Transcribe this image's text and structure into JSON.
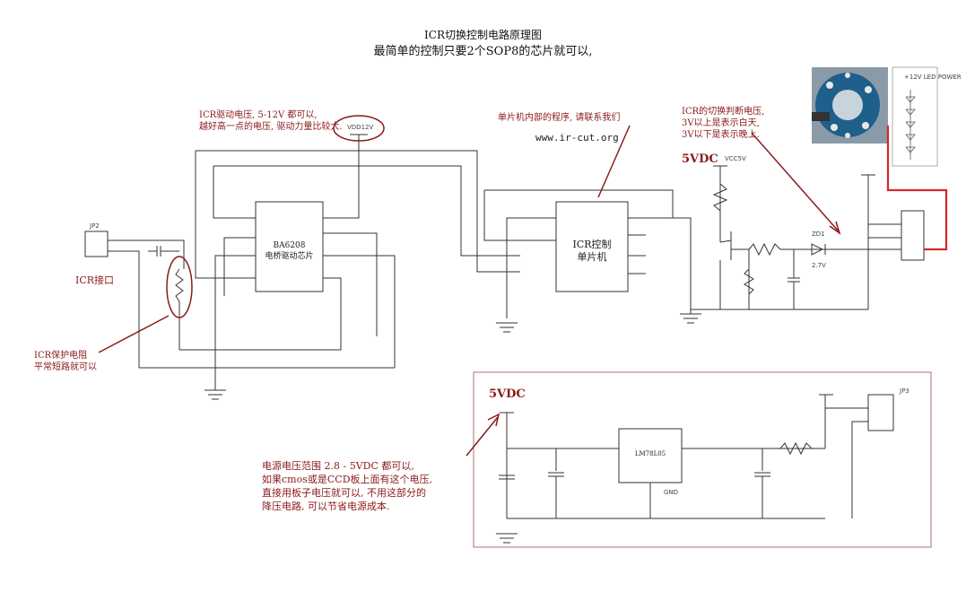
{
  "title": {
    "line1": "ICR切换控制电路原理图",
    "line2": "最简单的控制只要2个SOP8的芯片就可以,"
  },
  "notes": {
    "icr_voltage": [
      "ICR驱动电压, 5-12V 都可以,",
      "越好高一点的电压, 驱动力量比较大."
    ],
    "mcu_program": [
      "单片机内部的程序, 请联系我们"
    ],
    "website": "www.ir-cut.org",
    "icr_switch": [
      "ICR的切换判断电压,",
      "3V以上是表示白天,",
      "3V以下是表示晚上."
    ],
    "icr_protect": [
      "ICR保护电阻",
      "平常短路就可以"
    ],
    "power": [
      "电源电压范围 2.8 - 5VDC 都可以,",
      "如果cmos或是CCD板上面有这个电压,",
      "直接用板子电压就可以, 不用这部分的",
      "降压电路, 可以节省电源成本."
    ]
  },
  "labels": {
    "icr_port": "ICR接口",
    "vdc_top": "5VDC",
    "vdc_bottom": "5VDC",
    "chip1_line1": "BA6208",
    "chip1_line2": "电桥驱动芯片",
    "chip2_line1": "ICR控制",
    "chip2_line2": "单片机",
    "regulator": "LM78L05",
    "vcc12": "VDD12V",
    "vcc5": "VCC5V",
    "led_power": "+12V LED POWER",
    "j1": "JP2",
    "j2": "JP3",
    "gnd": "GND",
    "d1": "ZD1",
    "v27": "2.7V"
  },
  "colors": {
    "line": "#333333",
    "annotation": "#8b1a1a",
    "highlight": "#d8262b",
    "board": "#1f5f8b"
  }
}
